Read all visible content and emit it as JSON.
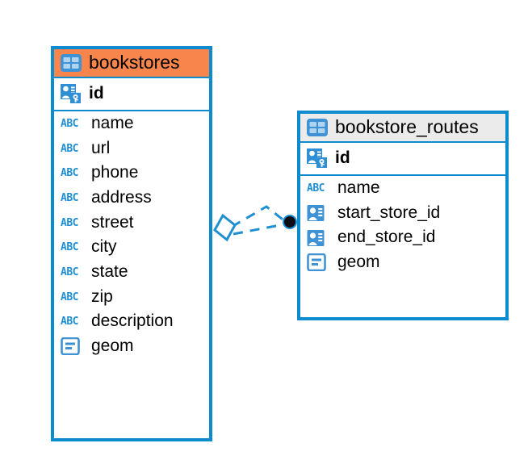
{
  "diagram": {
    "type": "entity-relationship-diagram",
    "background_color": "#FFFFFF",
    "accent_color": "#0C8CCE",
    "highlight_color": "#F8854C",
    "neutral_header_color": "#EBEBEB"
  },
  "tables": [
    {
      "name": "bookstores",
      "header_style": "accent",
      "icon": "table-icon",
      "primary_key": {
        "label": "id",
        "icon": "primary-key-icon"
      },
      "fields": [
        {
          "label": "name",
          "icon": "text-type-icon",
          "type": "ABC"
        },
        {
          "label": "url",
          "icon": "text-type-icon",
          "type": "ABC"
        },
        {
          "label": "phone",
          "icon": "text-type-icon",
          "type": "ABC"
        },
        {
          "label": "address",
          "icon": "text-type-icon",
          "type": "ABC"
        },
        {
          "label": "street",
          "icon": "text-type-icon",
          "type": "ABC"
        },
        {
          "label": "city",
          "icon": "text-type-icon",
          "type": "ABC"
        },
        {
          "label": "state",
          "icon": "text-type-icon",
          "type": "ABC"
        },
        {
          "label": "zip",
          "icon": "text-type-icon",
          "type": "ABC"
        },
        {
          "label": "description",
          "icon": "text-type-icon",
          "type": "ABC"
        },
        {
          "label": "geom",
          "icon": "geometry-type-icon",
          "type": "geometry"
        }
      ]
    },
    {
      "name": "bookstore_routes",
      "header_style": "neutral",
      "icon": "table-icon",
      "primary_key": {
        "label": "id",
        "icon": "primary-key-icon"
      },
      "fields": [
        {
          "label": "name",
          "icon": "text-type-icon",
          "type": "ABC"
        },
        {
          "label": "start_store_id",
          "icon": "foreign-key-icon",
          "type": "reference"
        },
        {
          "label": "end_store_id",
          "icon": "foreign-key-icon",
          "type": "reference"
        },
        {
          "label": "geom",
          "icon": "geometry-type-icon",
          "type": "geometry"
        }
      ]
    }
  ],
  "relationships": [
    {
      "from_table": "bookstores",
      "to_table": "bookstore_routes",
      "source_marker": "diamond-marker",
      "target_marker": "dot-marker",
      "line_style": "dashed",
      "line_color": "#1F8FD4"
    },
    {
      "from_table": "bookstores",
      "to_table": "bookstore_routes",
      "source_marker": "diamond-marker",
      "target_marker": "dot-marker",
      "line_style": "dashed",
      "line_color": "#1F8FD4"
    }
  ]
}
